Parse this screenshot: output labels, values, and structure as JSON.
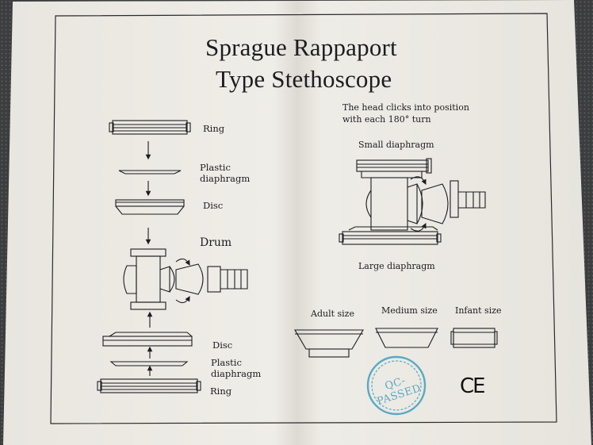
{
  "title": {
    "line1": "Sprague Rappaport",
    "line2": "Type Stethoscope"
  },
  "exploded_view": {
    "ring_top": "Ring",
    "plastic_diaphragm_top": [
      "Plastic",
      "diaphragm"
    ],
    "disc_top": "Disc",
    "drum": "Drum",
    "disc_bottom": "Disc",
    "plastic_diaphragm_bottom": [
      "Plastic",
      "diaphragm"
    ],
    "ring_bottom": "Ring"
  },
  "head_note": [
    "The head clicks into position",
    "with each 180° turn"
  ],
  "assembled_view": {
    "small_diaphragm": "Small diaphragm",
    "large_diaphragm": "Large diaphragm"
  },
  "earpiece_sizes": {
    "adult": "Adult size",
    "medium": "Medium size",
    "infant": "Infant size"
  },
  "stamp": "QC-PASSED",
  "ce_mark": "CE",
  "colors": {
    "paper": "#eceae4",
    "ink": "#1c1c22",
    "stamp": "#5aa9c4",
    "background": "#3c3d3f"
  },
  "icons": [
    "down-arrow-icon",
    "up-arrow-icon",
    "rotation-arrow-icon"
  ]
}
